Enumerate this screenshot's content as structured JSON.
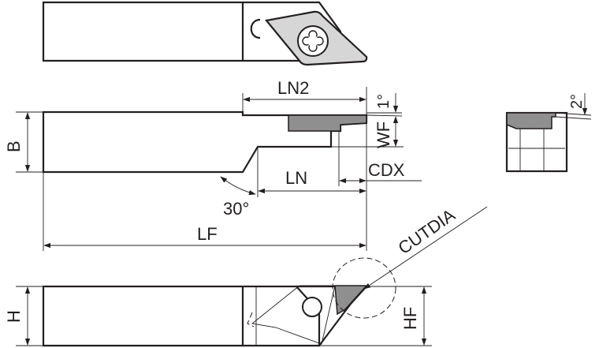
{
  "labels": {
    "ln2": "LN2",
    "b": "B",
    "wf": "WF",
    "angle_1": "1°",
    "angle_2": "2°",
    "cdx": "CDX",
    "ln": "LN",
    "angle_30": "30°",
    "lf": "LF",
    "cutdia": "CUTDIA",
    "h": "H",
    "hf": "HF"
  },
  "colors": {
    "line": "#231f20",
    "insert_fill": "#8f8f8f",
    "insert_light": "#d6d6d6",
    "background": "#ffffff"
  }
}
